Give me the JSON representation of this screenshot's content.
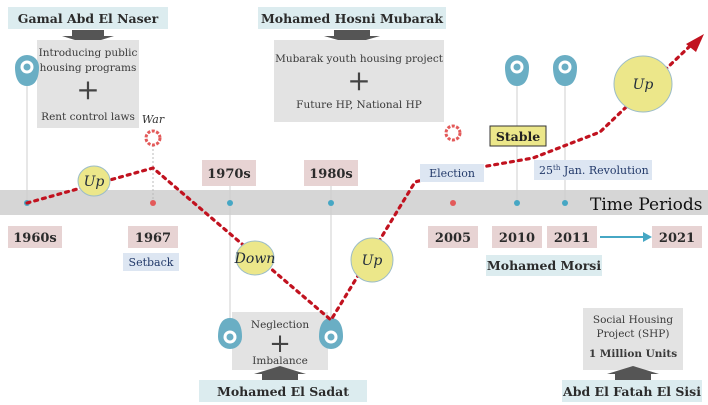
{
  "colors": {
    "leader_bg": "#dcecef",
    "year_bg": "#e7d3d3",
    "event_bg": "#dde6f2",
    "note_bg": "#e3e3e3",
    "band": "#d6d6d6",
    "trend_line": "#c1121f",
    "pin": "#6aaec4",
    "bubble": "#ece78a",
    "arrow": "#46a7c4"
  },
  "leaders": {
    "nasser": "Gamal Abd El Naser",
    "mubarak": "Mohamed Hosni Mubarak",
    "morsi": "Mohamed Morsi",
    "sadat": "Mohamed El Sadat",
    "sisi": "Abd El Fatah El Sisi"
  },
  "periods": {
    "label": "Time Periods",
    "y1960": "1960s",
    "y1967": "1967",
    "y1970": "1970s",
    "y1980": "1980s",
    "y2005": "2005",
    "y2010": "2010",
    "y2011": "2011",
    "y2021": "2021"
  },
  "events": {
    "war": "War",
    "setback": "Setback",
    "election": "Election",
    "stable": "Stable",
    "revolution_pre": "25",
    "revolution_sup": "th",
    "revolution_post": " Jan. Revolution"
  },
  "notes": {
    "nasser_l1": "Introducing public",
    "nasser_l2": "housing  programs",
    "nasser_l3": "Rent control laws",
    "mubarak_l1": "Mubarak youth housing project",
    "mubarak_l2": "Future HP, National HP",
    "sadat_l1": "Neglection",
    "sadat_l2": "Imbalance",
    "sisi_l1": "Social Housing",
    "sisi_l2": "Project (SHP)",
    "sisi_l3": "1 Million Units"
  },
  "trends": {
    "up1": "Up",
    "down": "Down",
    "up2": "Up",
    "up3": "Up"
  }
}
